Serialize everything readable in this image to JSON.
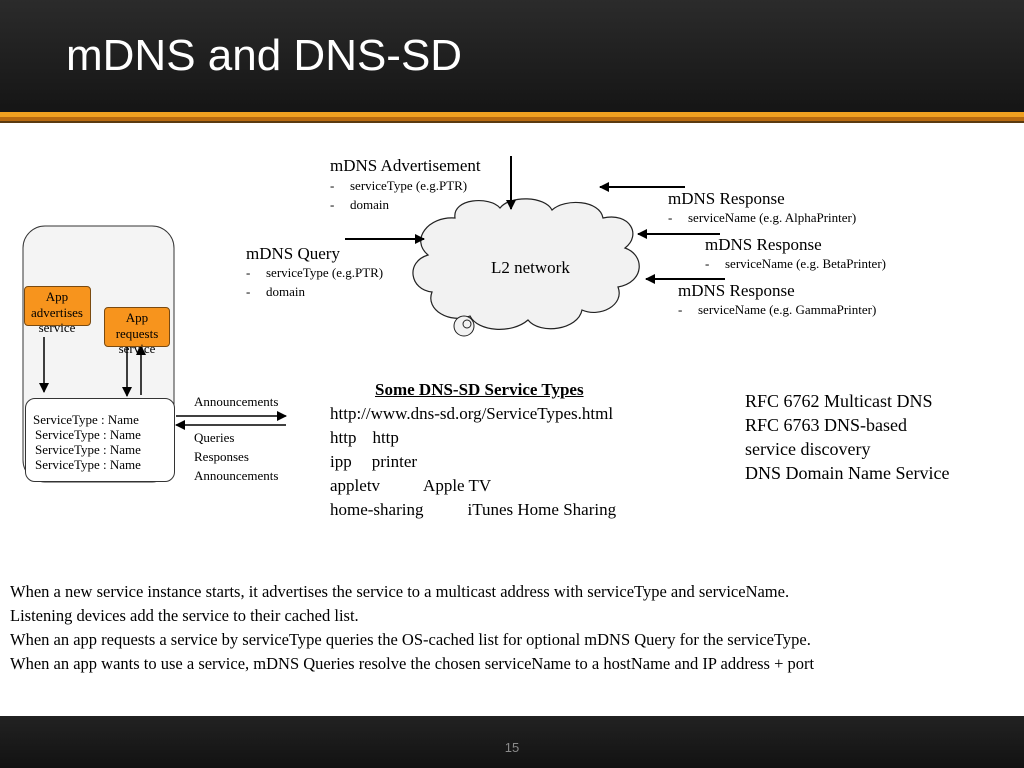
{
  "slide": {
    "title": "mDNS and DNS-SD",
    "page_number": "15"
  },
  "network": {
    "label": "L2 network"
  },
  "advertisement": {
    "title": "mDNS Advertisement",
    "items": [
      "serviceType (e.g.PTR)",
      "domain"
    ]
  },
  "query": {
    "title": "mDNS Query",
    "items": [
      "serviceType (e.g.PTR)",
      "domain"
    ]
  },
  "responses": [
    {
      "title": "mDNS Response",
      "item": "serviceName (e.g. AlphaPrinter)"
    },
    {
      "title": "mDNS Response",
      "item": "serviceName (e.g. BetaPrinter)"
    },
    {
      "title": "mDNS Response",
      "item": "serviceName (e.g. GammaPrinter)"
    }
  ],
  "device": {
    "app_advertises": "App advertises service",
    "app_requests": "App requests service",
    "cache_entries": [
      "ServiceType : Name",
      "ServiceType : Name",
      "ServiceType : Name",
      "ServiceType : Name"
    ],
    "announcements": "Announcements",
    "traffic": [
      "Queries",
      "Responses",
      "Announcements"
    ]
  },
  "service_types": {
    "title": "Some DNS-SD Service Types",
    "url": "http://www.dns-sd.org/ServiceTypes.html",
    "rows": [
      {
        "type": "http",
        "name": "http"
      },
      {
        "type": "ipp",
        "name": "printer"
      },
      {
        "type": "appletv",
        "name": "Apple TV"
      },
      {
        "type": "home-sharing",
        "name": "iTunes Home Sharing"
      }
    ]
  },
  "rfcs": [
    "RFC 6762  Multicast DNS",
    "RFC 6763  DNS-based",
    "service discovery",
    "DNS   Domain Name Service"
  ],
  "body": [
    "When a new service instance starts, it advertises the service to a multicast address with serviceType and serviceName.",
    "Listening devices add the service to their cached list.",
    "When an app requests a service by serviceType queries the OS-cached list for optional mDNS Query for the serviceType.",
    "When an app wants to use a service, mDNS Queries resolve the chosen serviceName to a hostName and IP address + port"
  ]
}
